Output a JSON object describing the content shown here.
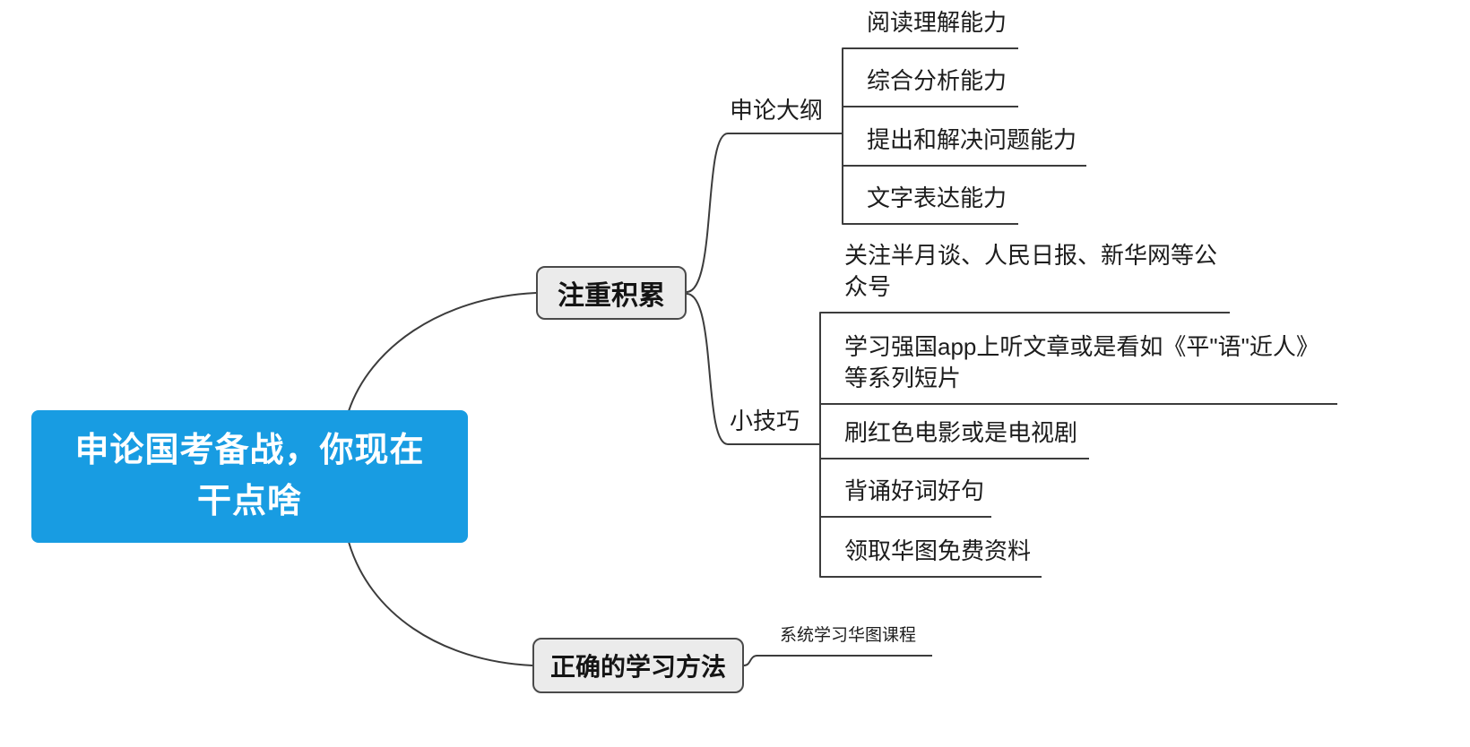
{
  "colors": {
    "root_fill": "#189ce2",
    "root_text": "#ffffff",
    "branch_fill": "#ebebeb",
    "branch_border": "#4a4a4a",
    "connector": "#3c3c3c",
    "leaf_text": "#1c1c1c"
  },
  "root": {
    "lines": [
      "申论国考备战，你现在",
      "干点啥"
    ]
  },
  "branches": [
    {
      "label": "注重积累",
      "children": [
        {
          "label": "申论大纲",
          "leaves": [
            "阅读理解能力",
            "综合分析能力",
            "提出和解决问题能力",
            "文字表达能力"
          ]
        },
        {
          "label": "小技巧",
          "leaves": [
            "关注半月谈、人民日报、新华网等公众号",
            "学习强国app上听文章或是看如《平\"语\"近人》等系列短片",
            "刷红色电影或是电视剧",
            "背诵好词好句",
            "领取华图免费资料"
          ]
        }
      ]
    },
    {
      "label": "正确的学习方法",
      "leaves": [
        "系统学习华图课程"
      ]
    }
  ]
}
